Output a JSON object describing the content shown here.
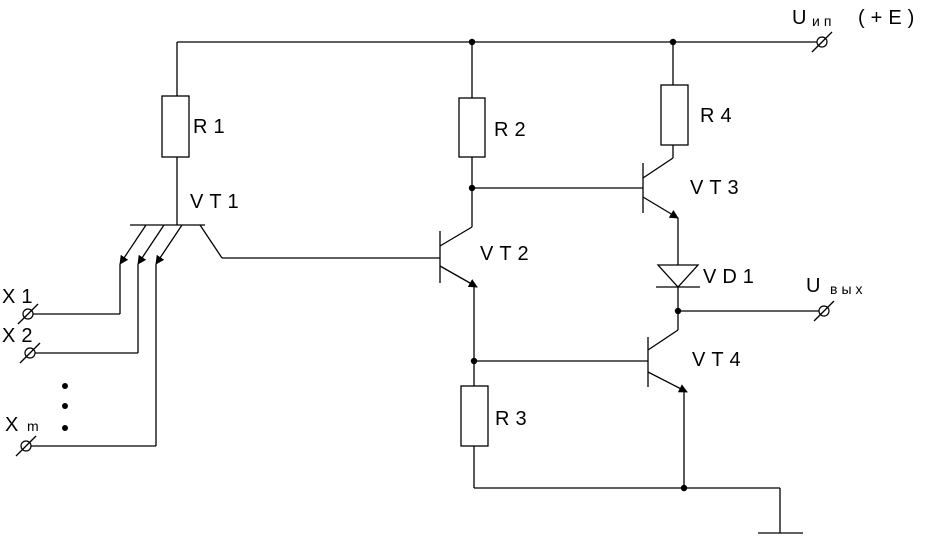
{
  "labels": {
    "supply_main": "U",
    "supply_sub": "ип",
    "supply_note": "(+E)",
    "r1": "R1",
    "r2": "R2",
    "r3": "R3",
    "r4": "R4",
    "vt1": "VT1",
    "vt2": "VT2",
    "vt3": "VT3",
    "vt4": "VT4",
    "vd1": "VD1",
    "out_main": "U",
    "out_sub": "вых",
    "x1": "X1",
    "x2": "X2",
    "xm_main": "X",
    "xm_sub": "m"
  }
}
